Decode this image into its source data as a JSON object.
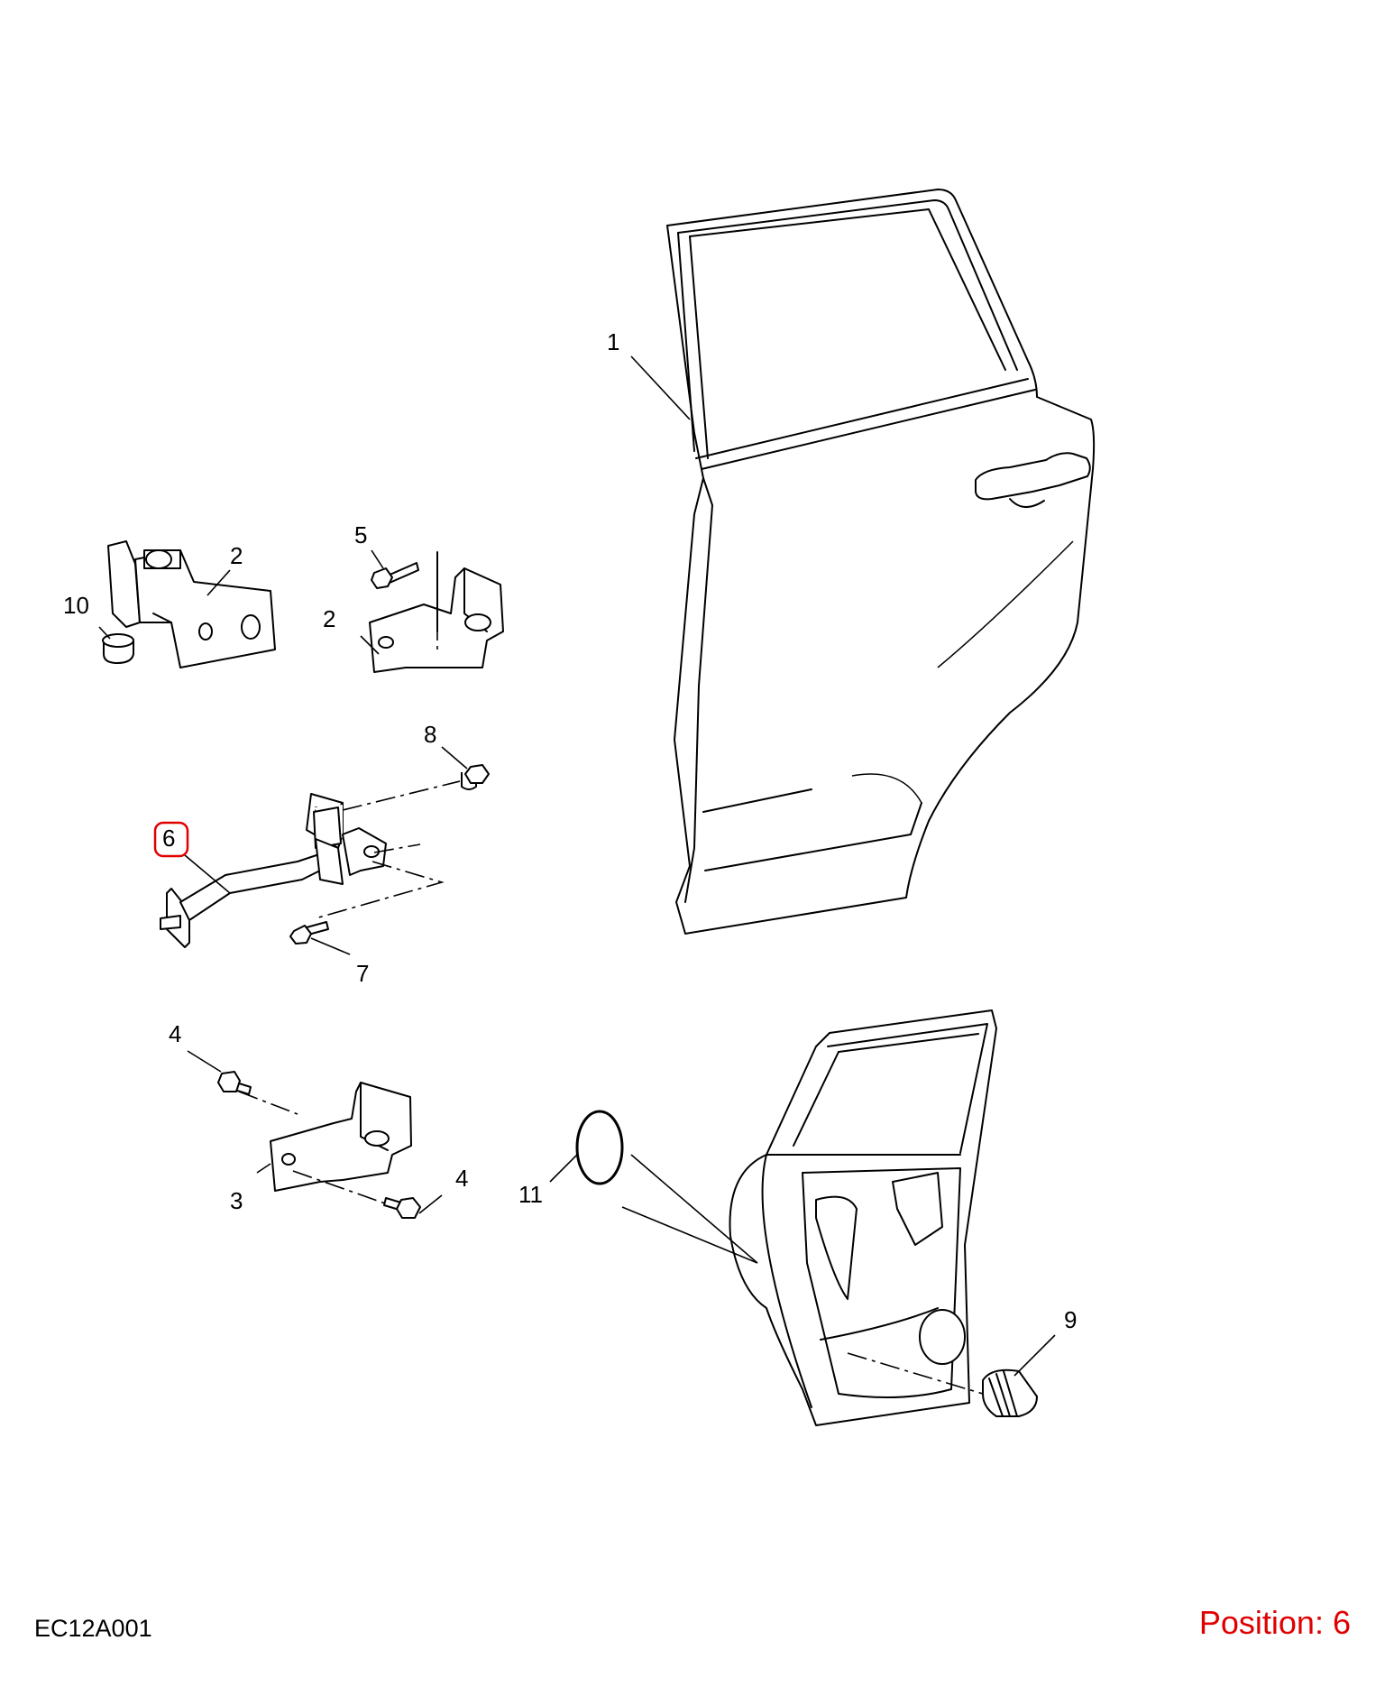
{
  "drawing_code": "EC12A001",
  "position_prefix": "Position:",
  "position_value": "6",
  "highlight_color": "#e00000",
  "callouts": {
    "c1": "1",
    "c2a": "2",
    "c2b": "2",
    "c3": "3",
    "c4a": "4",
    "c4b": "4",
    "c5": "5",
    "c6": "6",
    "c7": "7",
    "c8": "8",
    "c9": "9",
    "c10": "10",
    "c11": "11"
  }
}
